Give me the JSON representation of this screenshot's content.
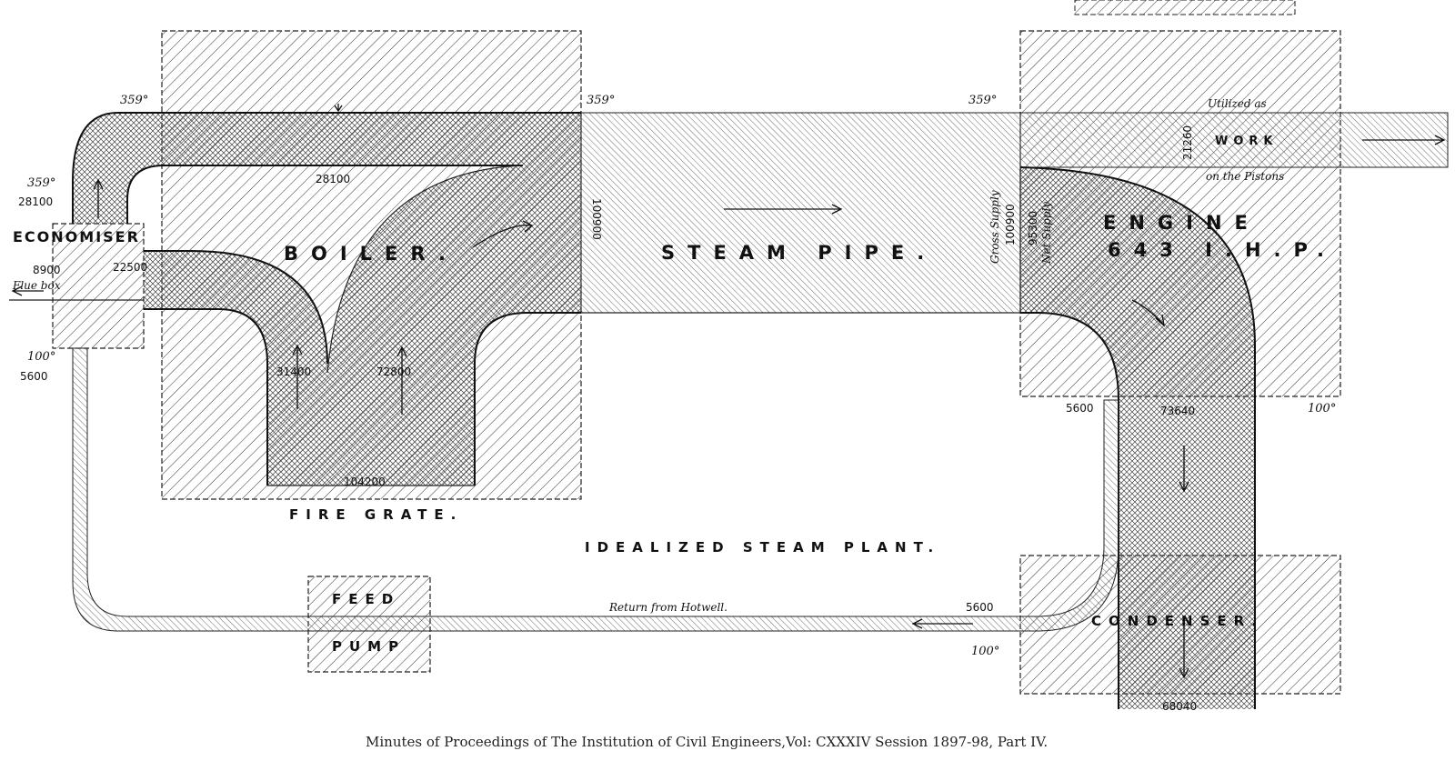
{
  "labels": {
    "economiser": "ECONOMISER",
    "boiler": "BOILER.",
    "steam_pipe": "STEAM PIPE.",
    "engine": "ENGINE",
    "engine_power": "643 I.H.P.",
    "fire_grate": "FIRE GRATE.",
    "idealized": "IDEALIZED STEAM PLANT.",
    "feed": "FEED",
    "pump": "PUMP",
    "condenser": "CONDENSER.",
    "work": "WORK",
    "utilized_as": "Utilized as",
    "on_the_pistons": "on the Pistons",
    "gross_supply": "Gross Supply",
    "net_supply": "Net Supply",
    "flue_box": "Flue box",
    "return_from_hotwell": "Return from Hotwell.",
    "caption": "Minutes of Proceedings of The Institution of Civil Engineers,Vol: CXXXIV Session 1897-98, Part IV."
  },
  "values": {
    "v28100_econ": "28100",
    "v28100_boiler": "28100",
    "v8900": "8900",
    "v22500": "22500",
    "v5600_left": "5600",
    "v31400": "31400",
    "v72800": "72800",
    "v104200": "104200",
    "v100900_pipe": "100900",
    "v100900_gross": "100900",
    "v95300": "95300",
    "v21260": "21260",
    "v5600_engine": "5600",
    "v73640": "73640",
    "v5600_return": "5600",
    "v68040": "68040"
  },
  "temperatures": {
    "t359_boiler": "359°",
    "t359_pipe": "359°",
    "t359_engine": "359°",
    "t359_econ": "359°",
    "t100_econ": "100°",
    "t100_engine": "100°",
    "t100_return": "100°"
  },
  "colors": {
    "ink": "#111111",
    "hatch": "#333333",
    "paper": "#ffffff"
  }
}
